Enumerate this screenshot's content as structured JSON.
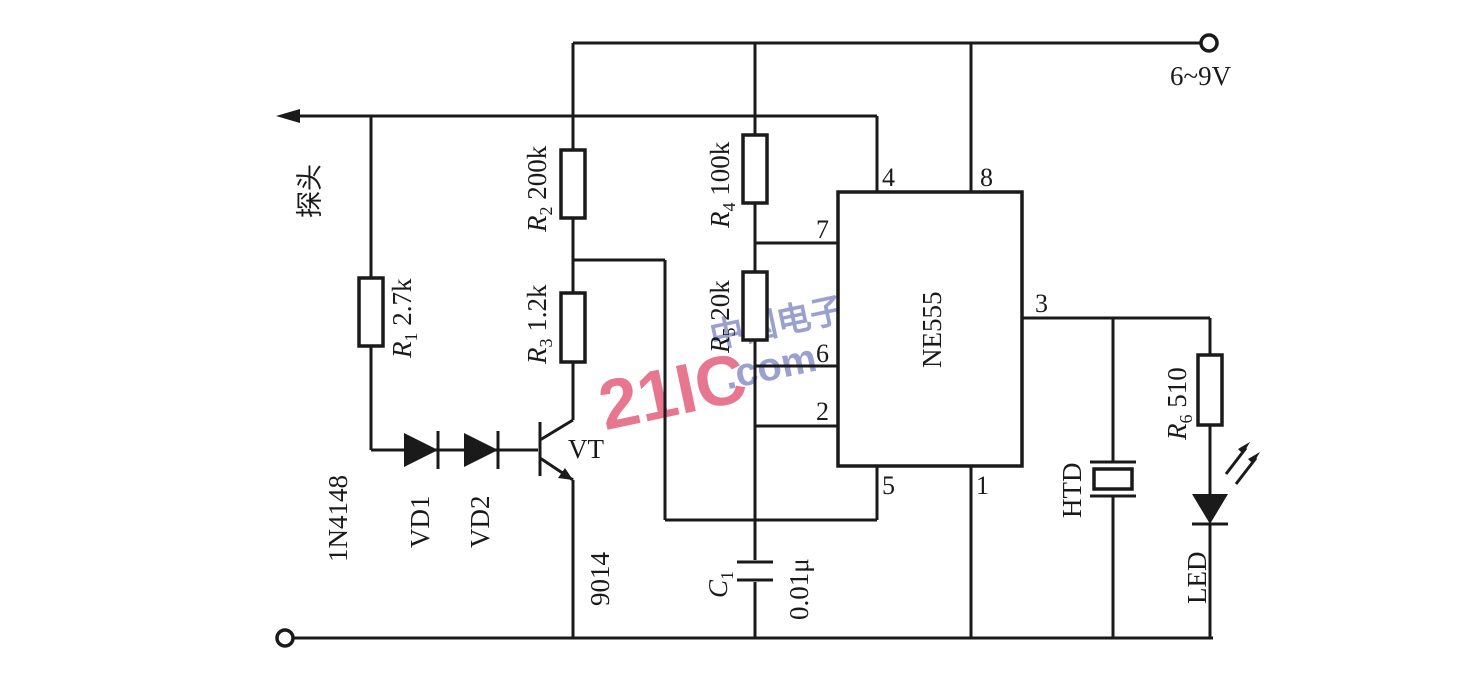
{
  "supply_label": "6~9V",
  "probe_label": "探头",
  "ic": {
    "name": "NE555",
    "pins": {
      "p4": "4",
      "p8": "8",
      "p7": "7",
      "p6": "6",
      "p2": "2",
      "p3": "3",
      "p5": "5",
      "p1": "1"
    }
  },
  "r1": {
    "sym": "R",
    "sub": "1",
    "val": "2.7k"
  },
  "r2": {
    "sym": "R",
    "sub": "2",
    "val": "200k"
  },
  "r3": {
    "sym": "R",
    "sub": "3",
    "val": "1.2k"
  },
  "r4": {
    "sym": "R",
    "sub": "4",
    "val": "100k"
  },
  "r5": {
    "sym": "R",
    "sub": "5",
    "val": "20k"
  },
  "r6": {
    "sym": "R",
    "sub": "6",
    "val": "510"
  },
  "c1": {
    "sym": "C",
    "sub": "1",
    "val": "0.01μ"
  },
  "vt": {
    "label": "VT",
    "part": "9014"
  },
  "diodes": {
    "vd1": "VD1",
    "vd2": "VD2",
    "part": "1N4148"
  },
  "htd": "HTD",
  "led": "LED",
  "watermark": {
    "main": "21IC",
    "cn": "中国电子网",
    "dom": ".com"
  },
  "colors": {
    "ink": "#1a1a1a",
    "watermark_red": "#e04a6a",
    "watermark_blue": "#7a82c0"
  }
}
